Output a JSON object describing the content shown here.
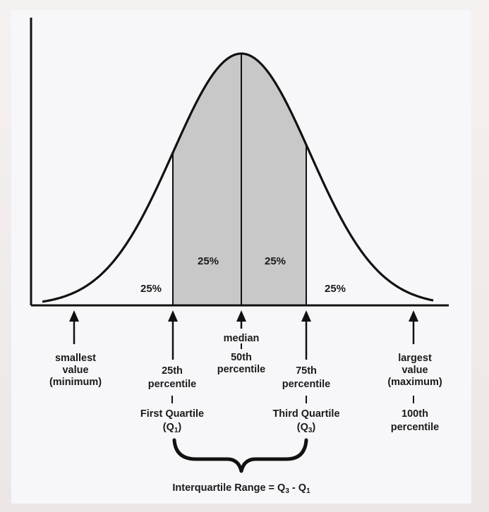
{
  "percent_labels": {
    "left_tail": "25%",
    "q2": "25%",
    "q3": "25%",
    "right_tail": "25%"
  },
  "markers": {
    "min": {
      "line1": "smallest",
      "line2": "value",
      "line3": "(minimum)"
    },
    "q1": {
      "line1": "25th",
      "line2": "percentile",
      "quartile_name": "First Quartile",
      "symbol_open": "(Q",
      "symbol_sub": "1",
      "symbol_close": ")"
    },
    "median": {
      "line1": "median",
      "line2": "50th",
      "line3": "percentile"
    },
    "q3": {
      "line1": "75th",
      "line2": "percentile",
      "quartile_name": "Third Quartile",
      "symbol_open": "(Q",
      "symbol_sub": "3",
      "symbol_close": ")"
    },
    "max": {
      "line1": "largest",
      "line2": "value",
      "line3": "(maximum)",
      "line4": "100th",
      "line5": "percentile"
    }
  },
  "iqr": {
    "label": "Interquartile Range = ",
    "q3": "Q",
    "q3_sub": "3",
    "minus": " - ",
    "q1": "Q",
    "q1_sub": "1"
  },
  "colors": {
    "curve": "#111111",
    "shade": "#c8c8c8",
    "panel": "#f7f7f9"
  }
}
